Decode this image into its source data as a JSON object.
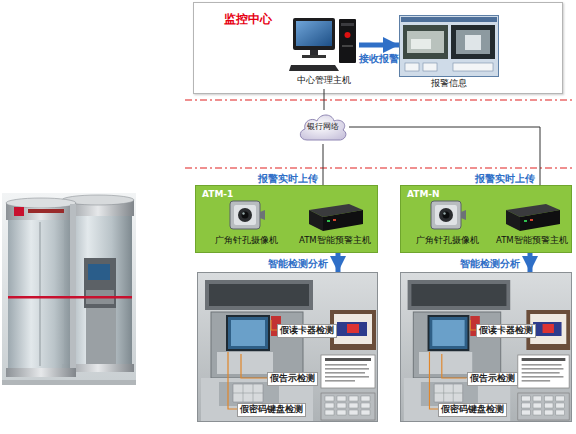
{
  "diagram": {
    "nodes": [
      {
        "text": [
          "监控中心"
        ]
      },
      {
        "text": [
          "中心管理主机"
        ],
        "in": 0
      },
      {
        "text": [
          "报警信息"
        ],
        "in": 0
      },
      {
        "text": [
          "银行网络"
        ]
      },
      {
        "text": [
          "ATM-1"
        ]
      },
      {
        "text": [
          "广角针孔摄像机"
        ],
        "in": 4
      },
      {
        "text": [
          "ATM智能预警主机"
        ],
        "in": 4
      },
      {
        "text": [
          "ATM-N"
        ]
      },
      {
        "text": [
          "广角针孔摄像机"
        ],
        "in": 7
      },
      {
        "text": [
          "ATM智能预警主机"
        ],
        "in": 7
      },
      {
        "text": [
          "假读卡器检测",
          "假告示检测",
          "假密码键盘检测"
        ]
      },
      {
        "text": [
          "假读卡器检测",
          "假告示检测",
          "假密码键盘检测"
        ]
      }
    ],
    "edges": [
      {
        "from": 1,
        "to": 2,
        "label": "接收报警",
        "arrow": "to"
      },
      {
        "from": 1,
        "to": 3,
        "arrow": "none"
      },
      {
        "from": 3,
        "to": 4,
        "label": "报警实时上传",
        "arrow": "none"
      },
      {
        "from": 3,
        "to": 7,
        "label": "报警实时上传",
        "arrow": "none"
      },
      {
        "from": 4,
        "to": 10,
        "label": "智能检测分析",
        "arrow": "to"
      },
      {
        "from": 7,
        "to": 11,
        "label": "智能检测分析",
        "arrow": "to"
      }
    ]
  }
}
